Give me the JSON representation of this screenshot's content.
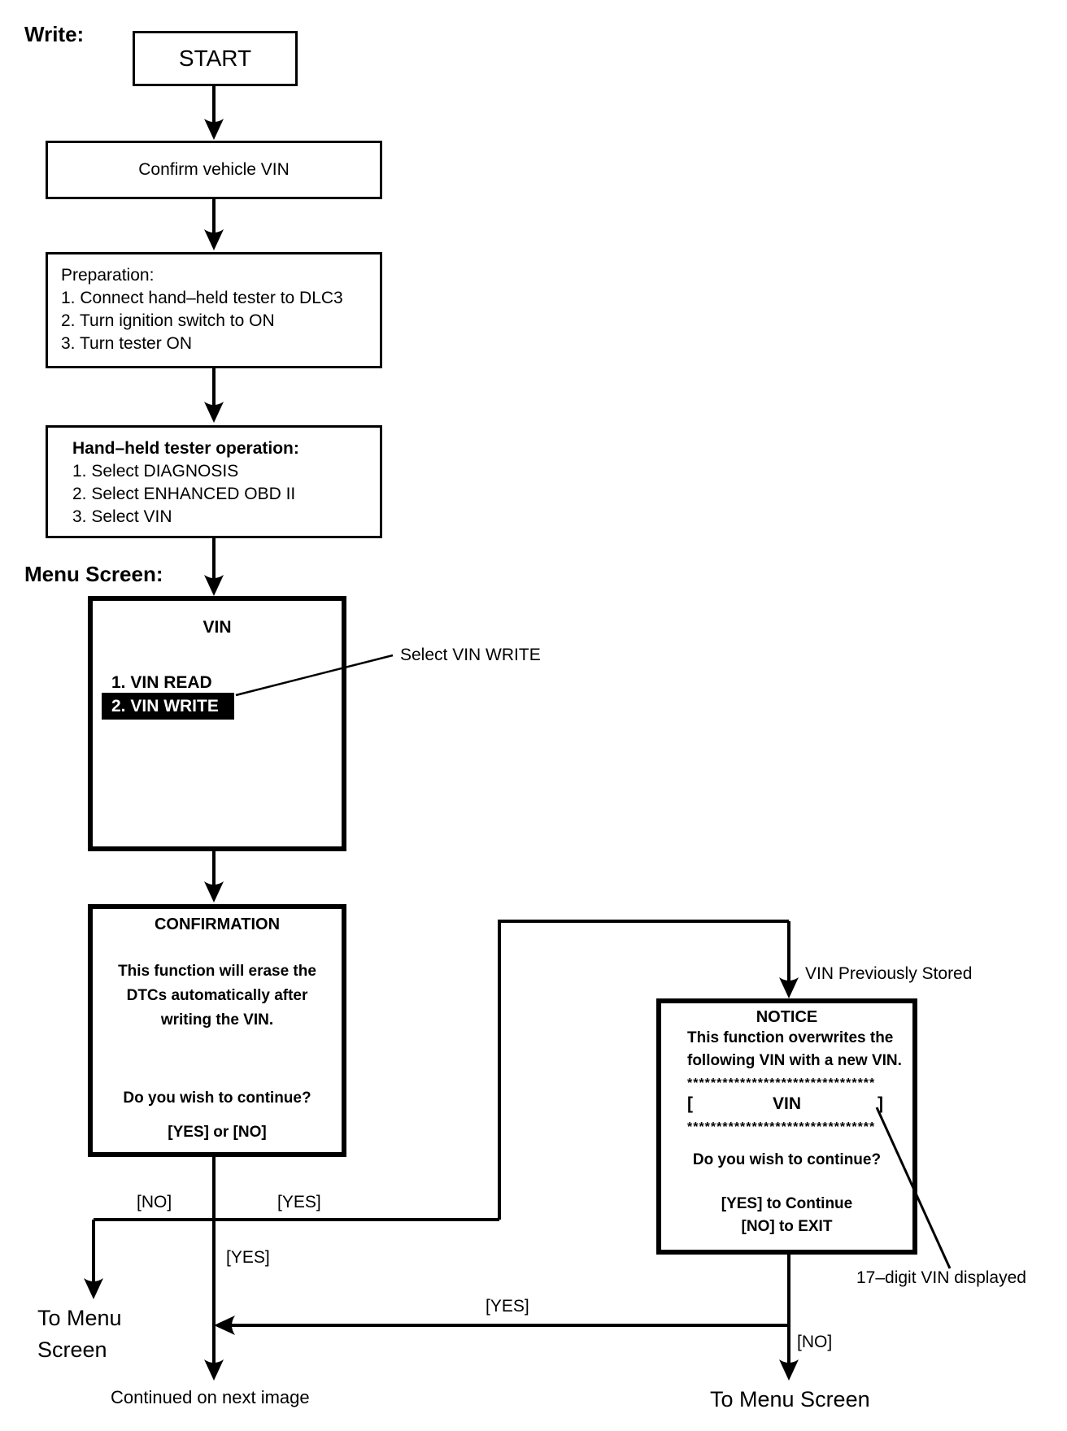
{
  "page": {
    "write_heading": "Write:",
    "menu_screen_heading": "Menu Screen:"
  },
  "flowchart": {
    "start": "START",
    "confirm_vin": "Confirm vehicle VIN",
    "preparation": {
      "title": "Preparation:",
      "step1": "1. Connect hand–held tester to DLC3",
      "step2": "2. Turn ignition switch to ON",
      "step3": "3. Turn tester ON"
    },
    "tester_operation": {
      "title": "Hand–held tester operation:",
      "step1": "1. Select DIAGNOSIS",
      "step2": "2. Select ENHANCED OBD II",
      "step3": "3. Select VIN"
    },
    "vin_menu": {
      "title": "VIN",
      "item1": "1. VIN READ",
      "item2": "2. VIN WRITE",
      "callout": "Select VIN WRITE"
    },
    "confirmation": {
      "title": "CONFIRMATION",
      "body1": "This function will erase the",
      "body2": "DTCs automatically after",
      "body3": "writing the VIN.",
      "question": "Do you wish to continue?",
      "options": "[YES] or [NO]"
    },
    "notice": {
      "title": "NOTICE",
      "body1": "This function overwrites the",
      "body2": "following VIN with a new VIN.",
      "stars_top": "********************************",
      "bracket_open": "[",
      "vin_label": "VIN",
      "bracket_close": "]",
      "stars_bottom": "********************************",
      "question": "Do you wish to continue?",
      "yes_option": "[YES] to Continue",
      "no_option": "[NO] to EXIT",
      "stored_label": "VIN Previously Stored",
      "vin_digits_callout": "17–digit VIN displayed"
    },
    "branches": {
      "no_left": "[NO]",
      "yes_right": "[YES]",
      "yes_down": "[YES]",
      "yes_return": "[YES]",
      "no_down": "[NO]"
    },
    "terminals": {
      "to_menu_screen_left_1": "To Menu",
      "to_menu_screen_left_2": "Screen",
      "to_menu_screen_right": "To Menu Screen",
      "continued": "Continued on next image"
    }
  }
}
